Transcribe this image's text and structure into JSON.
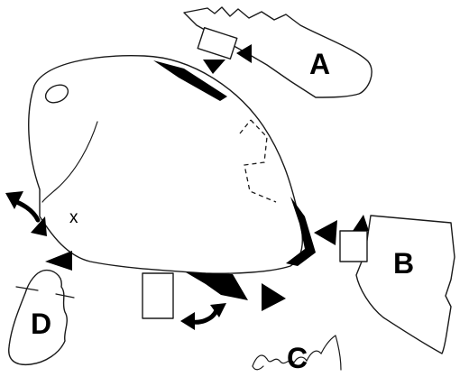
{
  "labels": {
    "a": "A",
    "b": "B",
    "c": "C",
    "d": "D",
    "cut_mark": "x"
  },
  "colors": {
    "ink": "#000000",
    "paper": "#ffffff"
  },
  "icons": {
    "rotation": "curved-double-arrow-icon",
    "pointer": "triangle-pointer-icon"
  }
}
